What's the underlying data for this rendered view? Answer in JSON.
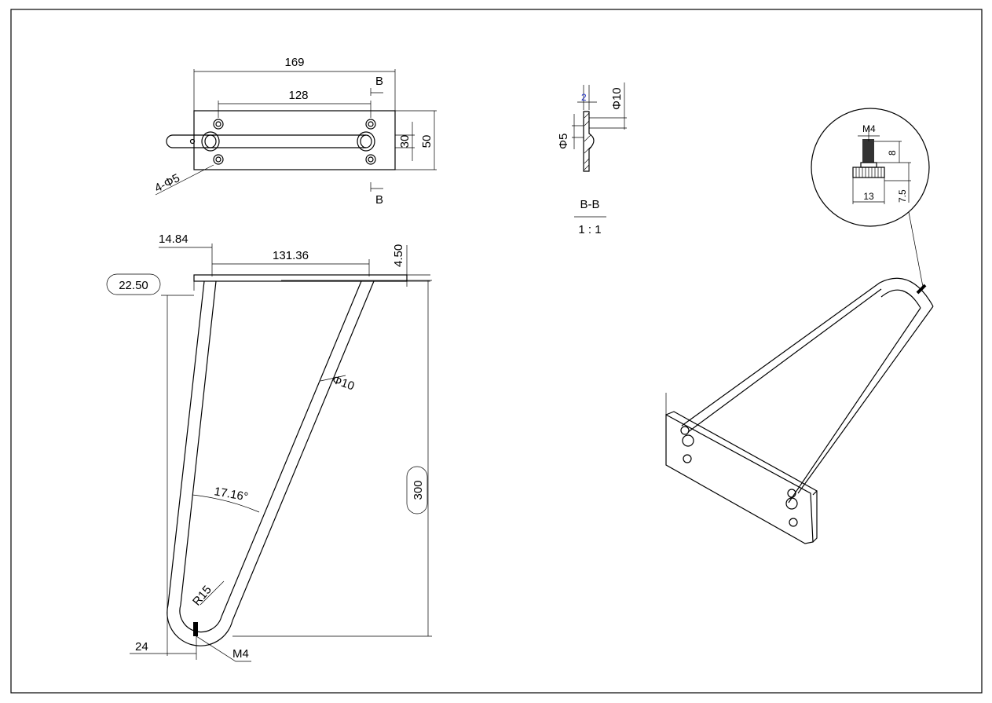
{
  "top_view": {
    "overall_width": "169",
    "hole_spacing": "128",
    "section_mark_top": "B",
    "section_mark_bottom": "B",
    "hole_pitch": "30",
    "plate_height": "50",
    "hole_callout": "4-Φ5"
  },
  "front_view": {
    "offset": "14.84",
    "top_length": "131.36",
    "thickness": "4.50",
    "ref_dim": "22.50",
    "rod_dia": "Φ10",
    "angle": "17.16°",
    "height": "300",
    "bend_radius": "R15",
    "bottom_offset": "24",
    "thread": "M4"
  },
  "section_view": {
    "thickness": "2",
    "outer_dia": "Φ10",
    "hole_dia": "Φ5",
    "title": "B-B",
    "scale": "1 : 1"
  },
  "detail_view": {
    "thread": "M4",
    "thread_length": "8",
    "knob_height": "7.5",
    "knob_dia": "13"
  }
}
